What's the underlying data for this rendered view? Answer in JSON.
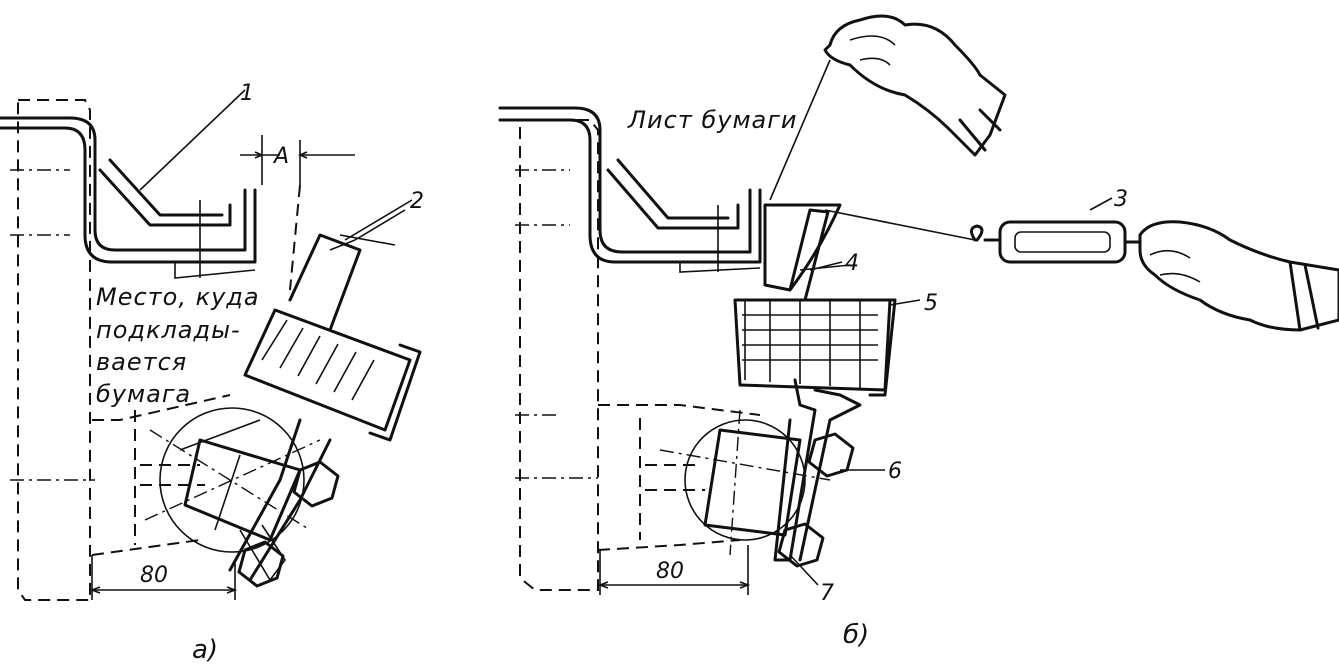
{
  "figure_a": {
    "part_label_1": "1",
    "part_label_2": "2",
    "dimension_gap": "A",
    "dimension_80": "80",
    "note_lines": [
      "Место, куда",
      "подклады-",
      "вается",
      "бумага"
    ],
    "caption": "а)"
  },
  "figure_b": {
    "paper_label": "Лист бумаги",
    "part_label_3": "3",
    "part_label_4": "4",
    "part_label_5": "5",
    "part_label_6": "6",
    "part_label_7": "7",
    "dimension_80": "80",
    "caption": "б)"
  }
}
